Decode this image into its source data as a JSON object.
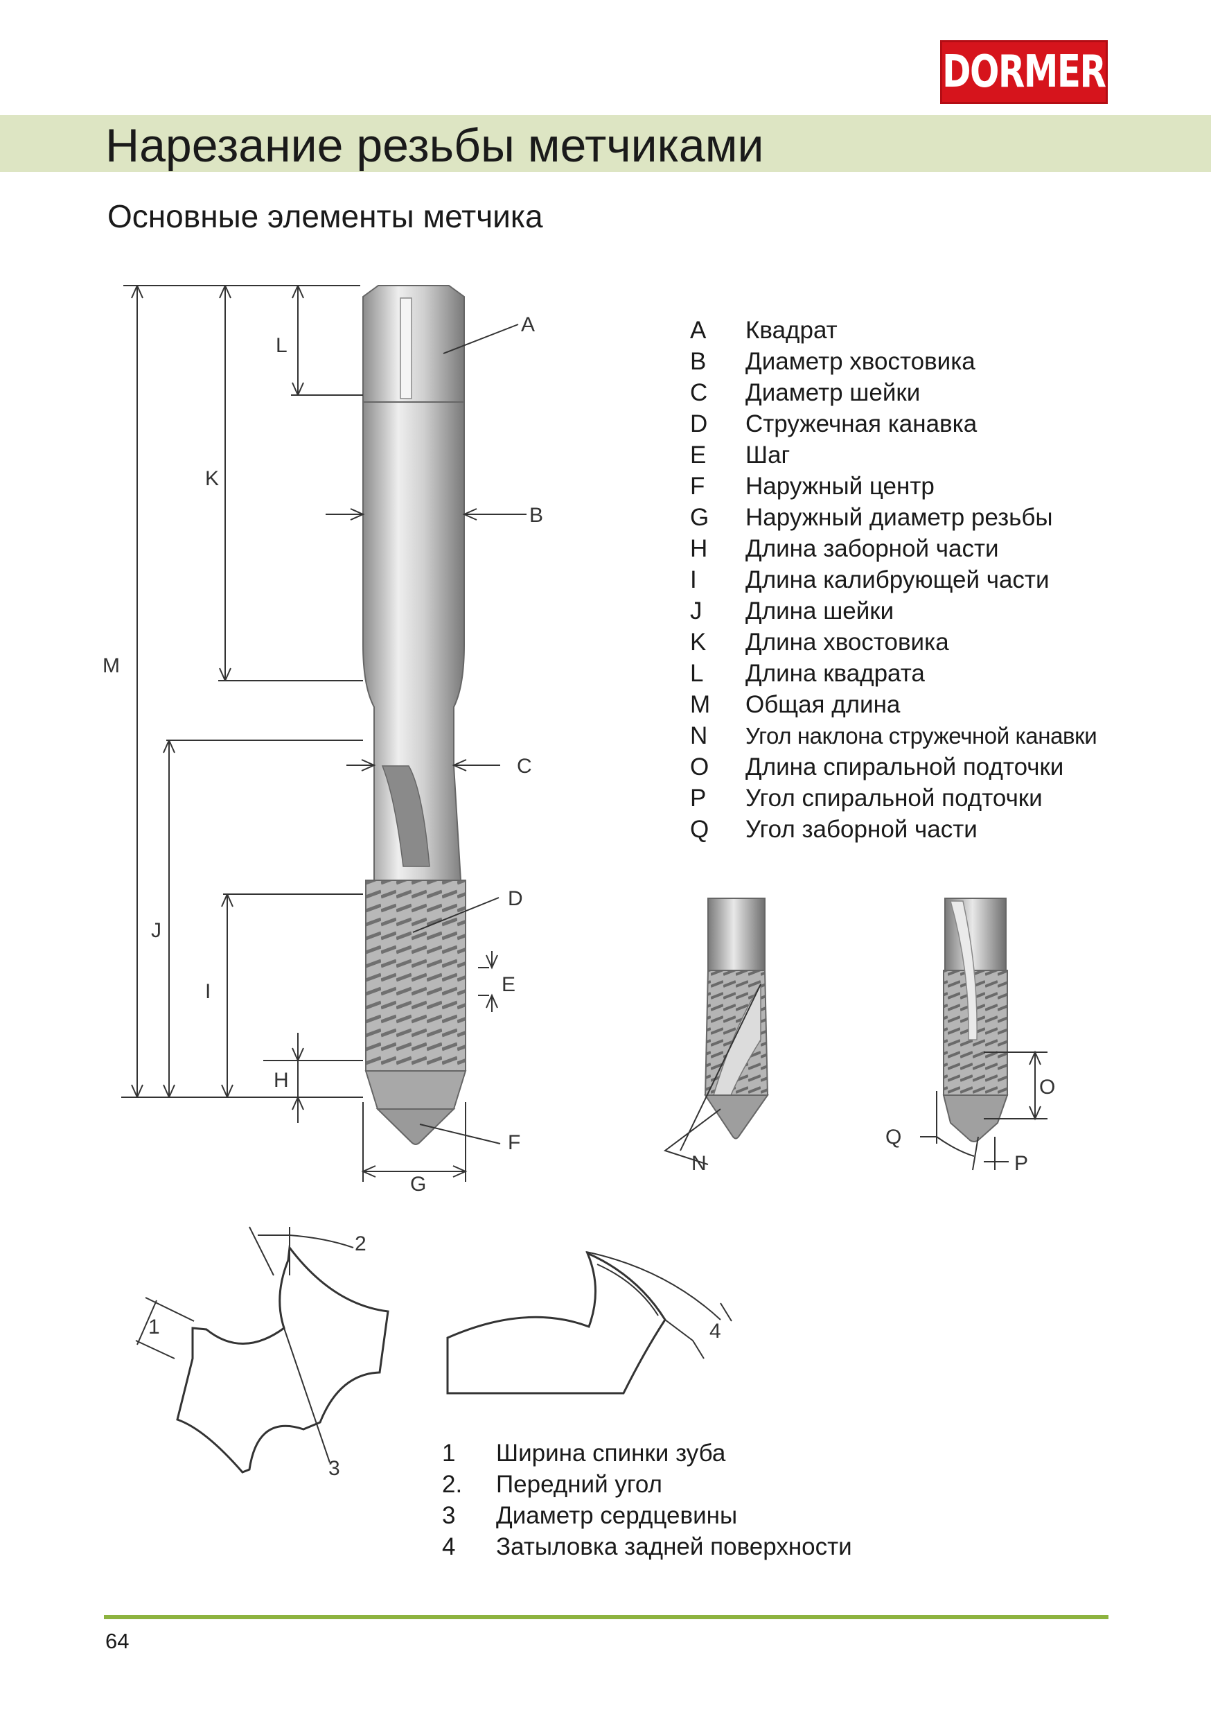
{
  "header": {
    "logo_text": "DORMER",
    "title": "Нарезание резьбы метчиками",
    "subtitle": "Основные элементы метчика"
  },
  "diagram_labels": [
    "A",
    "B",
    "C",
    "D",
    "E",
    "F",
    "G",
    "H",
    "I",
    "J",
    "K",
    "L",
    "M",
    "N",
    "O",
    "P",
    "Q",
    "1",
    "2",
    "3",
    "4"
  ],
  "legend": [
    {
      "letter": "A",
      "text": "Квадрат"
    },
    {
      "letter": "B",
      "text": "Диаметр хвостовика"
    },
    {
      "letter": "C",
      "text": "Диаметр шейки"
    },
    {
      "letter": "D",
      "text": "Стружечная канавка"
    },
    {
      "letter": "E",
      "text": "Шаг"
    },
    {
      "letter": "F",
      "text": "Наружный центр"
    },
    {
      "letter": "G",
      "text": "Наружный диаметр резьбы"
    },
    {
      "letter": "H",
      "text": "Длина заборной части"
    },
    {
      "letter": "I",
      "text": "Длина калибрующей части"
    },
    {
      "letter": "J",
      "text": "Длина шейки"
    },
    {
      "letter": "K",
      "text": "Длина хвостовика"
    },
    {
      "letter": "L",
      "text": "Длина квадрата"
    },
    {
      "letter": "M",
      "text": "Общая длина"
    },
    {
      "letter": "N",
      "text": "Угол наклона стружечной канавки"
    },
    {
      "letter": "O",
      "text": "Длина спиральной подточки"
    },
    {
      "letter": "P",
      "text": "Угол спиральной подточки"
    },
    {
      "letter": "Q",
      "text": "Угол заборной части"
    }
  ],
  "cross_section_legend": [
    {
      "no": "1",
      "text": "Ширина спинки зуба"
    },
    {
      "no": "2.",
      "text": "Передний угол"
    },
    {
      "no": "3",
      "text": "Диаметр сердцевины"
    },
    {
      "no": "4",
      "text": "Затыловка задней поверхности"
    }
  ],
  "footer": {
    "page_number": "64"
  },
  "colors": {
    "logo_red": "#d6141c",
    "title_band": "#dde5c3",
    "footer_line": "#8db33f"
  }
}
